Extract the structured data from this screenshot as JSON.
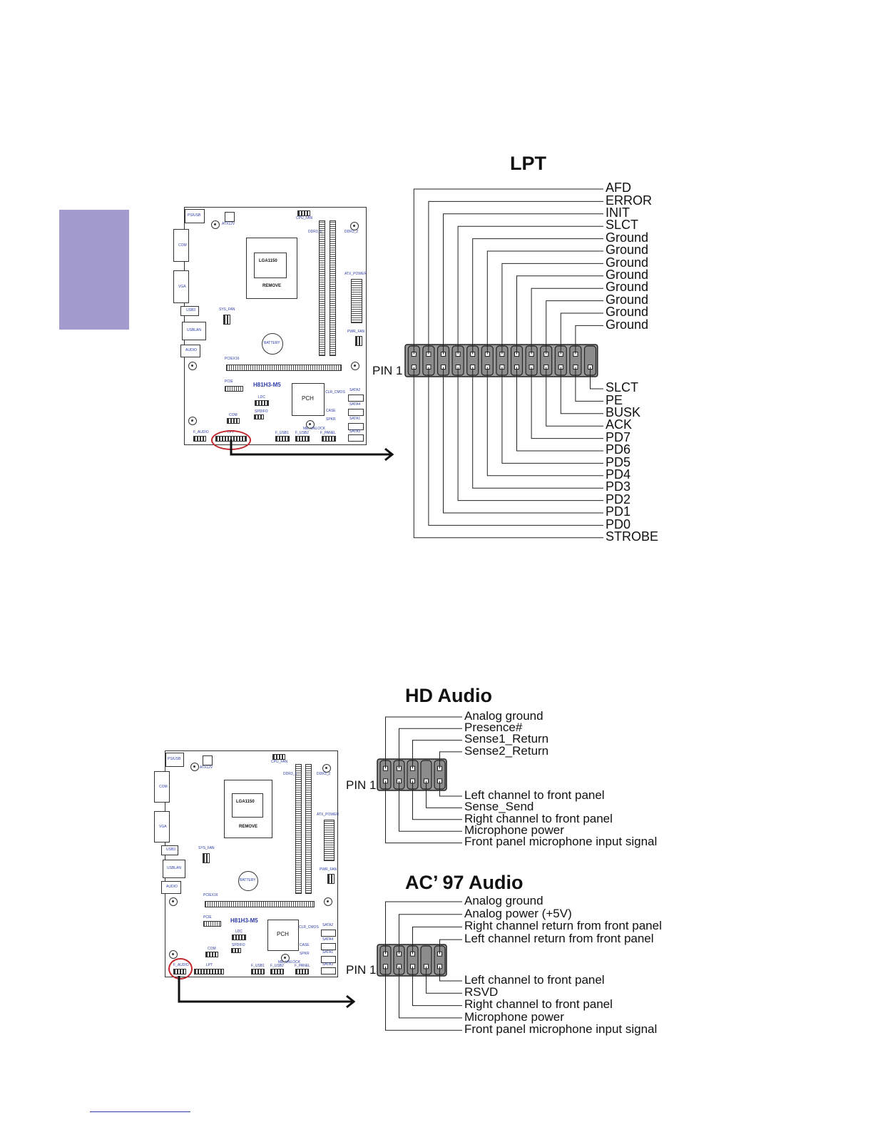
{
  "lpt": {
    "title": "LPT",
    "pin1": "PIN 1",
    "top_labels": [
      "AFD",
      "ERROR",
      "INIT",
      "SLCT",
      "Ground",
      "Ground",
      "Ground",
      "Ground",
      "Ground",
      "Ground",
      "Ground",
      "Ground"
    ],
    "bottom_labels": [
      "SLCT",
      "PE",
      "BUSK",
      "ACK",
      "PD7",
      "PD6",
      "PD5",
      "PD4",
      "PD3",
      "PD2",
      "PD1",
      "PD0",
      "STROBE"
    ]
  },
  "hd_audio": {
    "title": "HD Audio",
    "pin1": "PIN 1",
    "top_labels": [
      "Analog ground",
      "Presence#",
      "Sense1_Return",
      "Sense2_Return"
    ],
    "bottom_labels": [
      "Left channel to front panel",
      "Sense_Send",
      "Right channel to front panel",
      "Microphone power",
      "Front panel microphone input signal"
    ]
  },
  "ac97_audio": {
    "title": "AC’ 97 Audio",
    "pin1": "PIN 1",
    "top_labels": [
      "Analog ground",
      "Analog power (+5V)",
      "Right channel return from front panel",
      "Left channel return from front panel"
    ],
    "bottom_labels": [
      "Left channel to front panel",
      "RSVD",
      "Right channel to front panel",
      "Microphone power",
      "Front panel microphone input signal"
    ]
  },
  "board": {
    "model": "H81H3-M5",
    "socket": "LGA1150",
    "socket_lever": "REMOVE",
    "pch": "PCH",
    "battery": "BATTERY",
    "connectors": [
      "PS/USB",
      "ATX12V",
      "CPU_FAN",
      "DDR3_1",
      "DDR3_2",
      "COM",
      "VGA",
      "ATX_POWER",
      "USB3",
      "SYS_FAN",
      "USBLAN",
      "AUDIO",
      "PWR_FAN",
      "PCIEX16",
      "PCIE",
      "LDC",
      "CLR_CMOS",
      "SATA2",
      "SATA4",
      "CASE",
      "SPDIFO",
      "SATA1",
      "SPKR",
      "SATA3",
      "F_AUDIO",
      "LPT",
      "F_USB1",
      "F_USB2",
      "ME_UNLOCK",
      "F_PANEL"
    ]
  },
  "colors": {
    "side_tab": "#a39bce",
    "highlight_ring": "#c0262c",
    "board_label": "#2d3ca8"
  }
}
